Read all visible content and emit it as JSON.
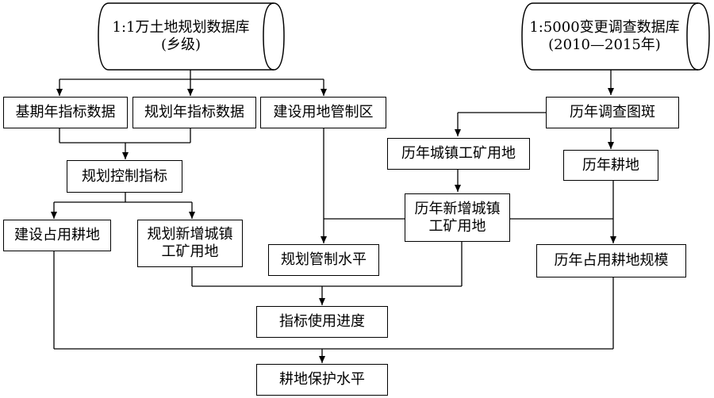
{
  "nodes": {
    "db_land_plan": {
      "text": "1:1万土地规划数据库\n(乡级)"
    },
    "db_survey": {
      "text": "1:5000变更调查数据库\n(2010—2015年)"
    },
    "base_year": {
      "text": "基期年指标数据"
    },
    "plan_year": {
      "text": "规划年指标数据"
    },
    "control_zone": {
      "text": "建设用地管制区"
    },
    "survey_patches": {
      "text": "历年调查图斑"
    },
    "hist_urban": {
      "text": "历年城镇工矿用地"
    },
    "hist_farmland": {
      "text": "历年耕地"
    },
    "plan_control": {
      "text": "规划控制指标"
    },
    "hist_new_urban": {
      "text": "历年新增城镇\n工矿用地"
    },
    "build_occupy": {
      "text": "建设占用耕地"
    },
    "plan_new_urban": {
      "text": "规划新增城镇\n工矿用地"
    },
    "plan_control_level": {
      "text": "规划管制水平"
    },
    "hist_occupy_scale": {
      "text": "历年占用耕地规模"
    },
    "indicator_progress": {
      "text": "指标使用进度"
    },
    "farmland_protection": {
      "text": "耕地保护水平"
    }
  }
}
